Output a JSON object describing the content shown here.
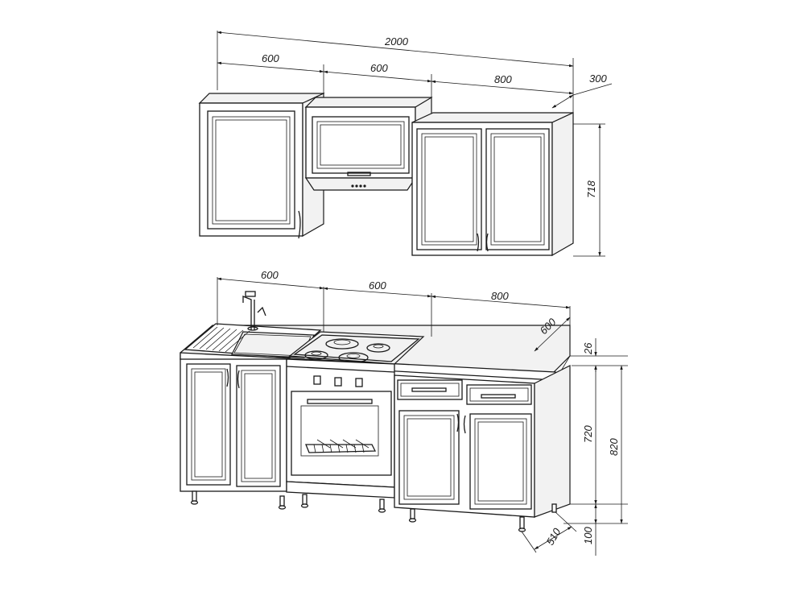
{
  "upper": {
    "total_width": "2000",
    "module_widths": [
      "600",
      "600",
      "800"
    ],
    "depth": "300",
    "height": "718"
  },
  "lower": {
    "module_widths": [
      "600",
      "600",
      "800"
    ],
    "depth": "600",
    "countertop_thickness": "26",
    "body_height": "720",
    "total_height": "820",
    "leg_height": "100",
    "plinth_depth": "510"
  }
}
